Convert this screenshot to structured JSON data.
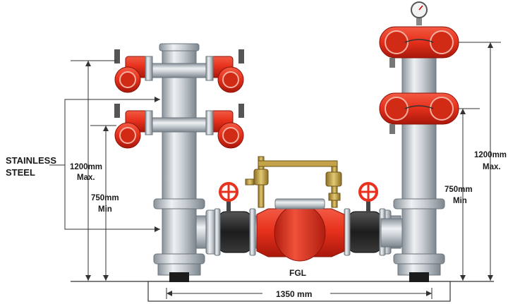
{
  "labels": {
    "material_line1": "STAINLESS",
    "material_line2": "STEEL",
    "left_max_value": "1200mm",
    "left_max_suffix": "Max.",
    "left_min_value": "750mm",
    "left_min_suffix": "Min",
    "right_max_value": "1200mm",
    "right_max_suffix": "Max.",
    "right_min_value": "750mm",
    "right_min_suffix": "Min",
    "valve_label": "FGL",
    "width_value": "1350 mm"
  },
  "colors": {
    "steel": "#c7ccd1",
    "steel_dark": "#7c858d",
    "red": "#e8321d",
    "red_dark": "#a8180b",
    "brass": "#c4a24a",
    "black": "#1c1c1c"
  }
}
